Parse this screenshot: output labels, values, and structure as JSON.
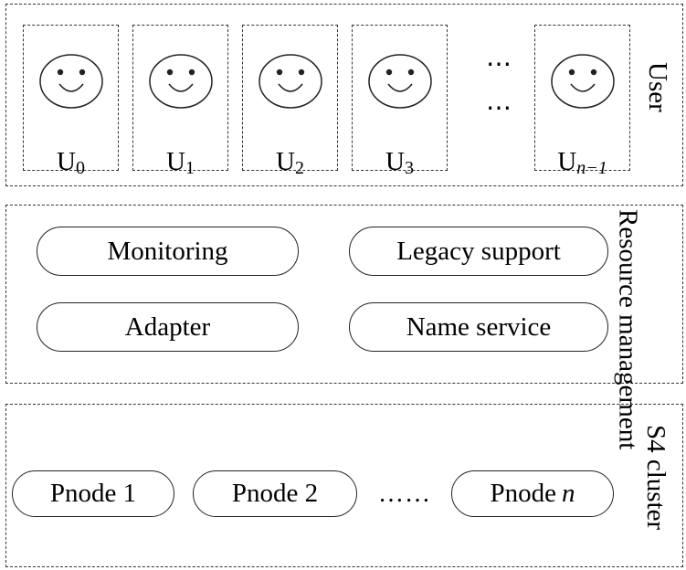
{
  "user_layer": {
    "label": "User",
    "users": [
      {
        "base": "U",
        "sub": "0"
      },
      {
        "base": "U",
        "sub": "1"
      },
      {
        "base": "U",
        "sub": "2"
      },
      {
        "base": "U",
        "sub": "3"
      },
      {
        "base": "U",
        "sub": "n−1"
      }
    ],
    "ellipsis": "⋯"
  },
  "resource_management": {
    "label": "Resource management",
    "modules": [
      "Monitoring",
      "Legacy support",
      "Adapter",
      "Name service"
    ]
  },
  "s4_cluster": {
    "label": "S4 cluster",
    "nodes": [
      {
        "name": "Pnode 1"
      },
      {
        "name": "Pnode 2"
      },
      {
        "name": "Pnode",
        "suffix": "n"
      }
    ],
    "ellipsis": "……"
  }
}
